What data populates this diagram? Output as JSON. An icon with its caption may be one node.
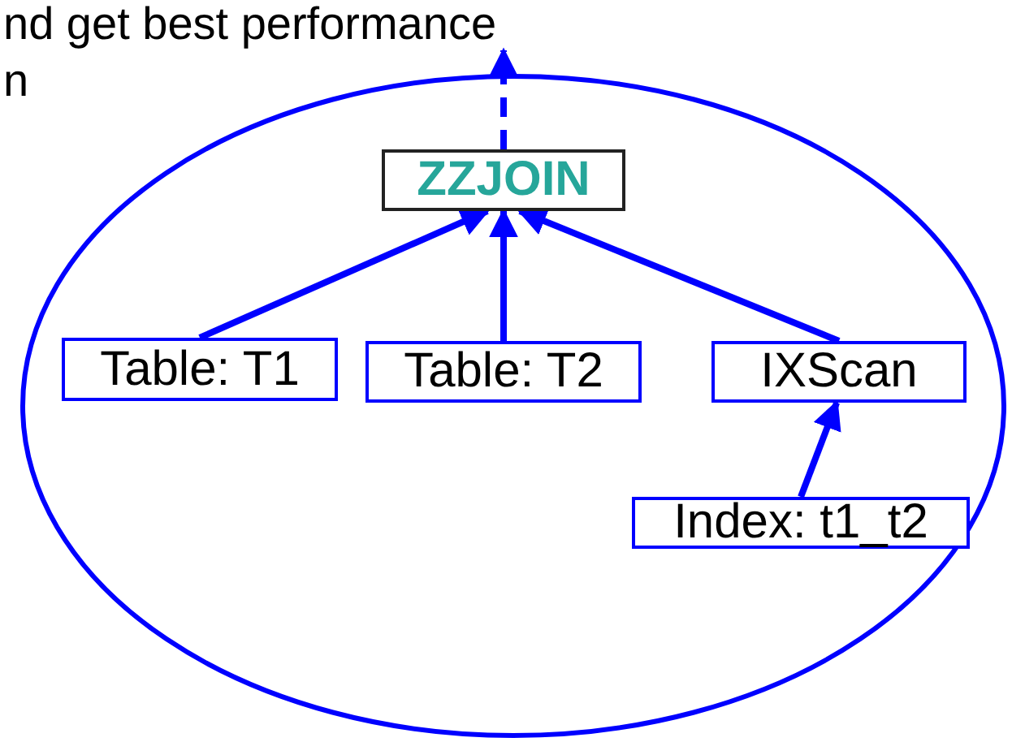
{
  "diagram": {
    "nodes": [
      {
        "text": [
          "nd get best performance"
        ]
      },
      {
        "text": [],
        "shape": "ellipse"
      },
      {
        "text": [
          "ZZJOIN"
        ],
        "in": 1
      },
      {
        "text": [
          "Table: T1"
        ],
        "in": 1
      },
      {
        "text": [
          "Table: T2"
        ],
        "in": 1
      },
      {
        "text": [
          "IXScan"
        ],
        "in": 1
      },
      {
        "text": [
          "Index: t1_t2"
        ],
        "in": 1
      }
    ],
    "edges": [
      {
        "from": 3,
        "to": 2,
        "arrow": "to"
      },
      {
        "from": 4,
        "to": 2,
        "arrow": "to"
      },
      {
        "from": 5,
        "to": 2,
        "arrow": "to"
      },
      {
        "from": 6,
        "to": 5,
        "arrow": "to"
      },
      {
        "from": 2,
        "to": 0,
        "arrow": "to",
        "style": "dashed"
      }
    ],
    "labels": [
      "n"
    ]
  }
}
